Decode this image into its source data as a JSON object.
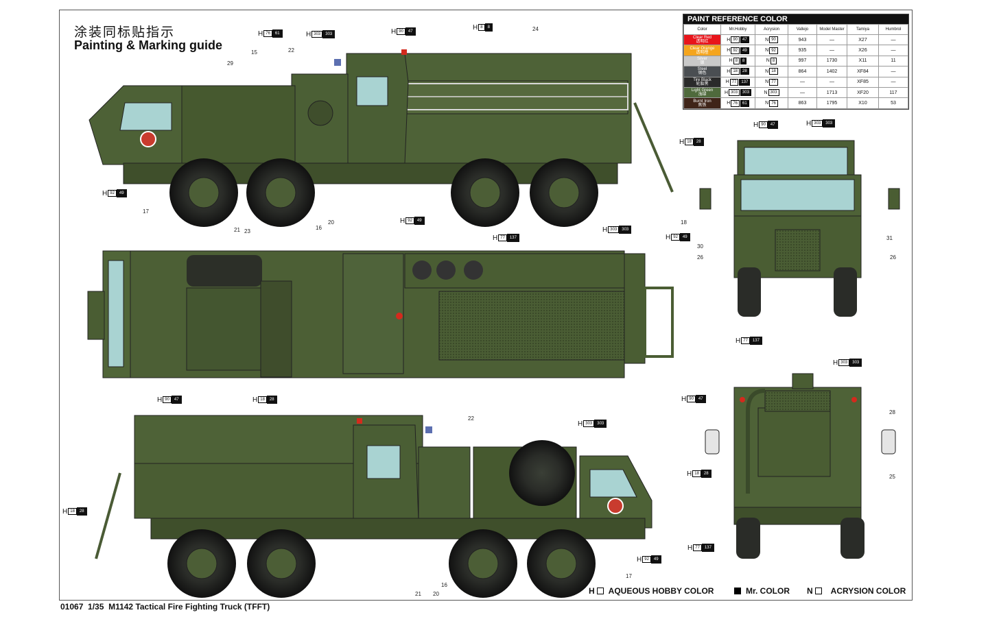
{
  "header": {
    "title_cn": "涂装同标贴指示",
    "title_en": "Painting & Marking guide"
  },
  "footer": {
    "code": "01067",
    "scale": "1/35",
    "title": "M1142 Tactical Fire Fighting Truck (TFFT)"
  },
  "legend": {
    "aqueous": {
      "glyph": "H",
      "label": "AQUEOUS HOBBY COLOR"
    },
    "mr": {
      "label": "Mr. COLOR"
    },
    "acrysion": {
      "glyph": "N",
      "label": "ACRYSION COLOR"
    }
  },
  "paint_table": {
    "title": "PAINT  REFERENCE COLOR",
    "headers": [
      "Color",
      "Mr.Hobby",
      "Acrysion",
      "Vallejo",
      "Model Master",
      "Tamiya",
      "Humbrol"
    ],
    "rows": [
      {
        "name": "Clear Red",
        "name_cn": "透明红",
        "swatch": "#e8151b",
        "h": "90",
        "m": "47",
        "n": "90",
        "vallejo": "943",
        "mm": "—",
        "tamiya": "X27",
        "humbrol": "—"
      },
      {
        "name": "Clear Orange",
        "name_cn": "透明橙",
        "swatch": "#f5a51d",
        "h": "92",
        "m": "49",
        "n": "92",
        "vallejo": "935",
        "mm": "—",
        "tamiya": "X26",
        "humbrol": "—"
      },
      {
        "name": "Silver",
        "name_cn": "银",
        "swatch": "#c9c9c9",
        "h": "8",
        "m": "8",
        "n": "8",
        "vallejo": "997",
        "mm": "1730",
        "tamiya": "X11",
        "humbrol": "11"
      },
      {
        "name": "Steel",
        "name_cn": "钢色",
        "swatch": "#4a4e52",
        "h": "18",
        "m": "28",
        "n": "18",
        "vallejo": "864",
        "mm": "1402",
        "tamiya": "XF84",
        "humbrol": "—"
      },
      {
        "name": "Tire Black",
        "name_cn": "轮胎黑",
        "swatch": "#2a2a2a",
        "h": "77",
        "m": "137",
        "n": "77",
        "vallejo": "—",
        "mm": "—",
        "tamiya": "XF85",
        "humbrol": "—"
      },
      {
        "name": "Light Green",
        "name_cn": "浅绿",
        "swatch": "#4f6a3c",
        "h": "303",
        "m": "303",
        "n": "303",
        "vallejo": "—",
        "mm": "1713",
        "tamiya": "XF20",
        "humbrol": "117"
      },
      {
        "name": "Burnt Iron",
        "name_cn": "焦铁",
        "swatch": "#3f2418",
        "h": "76",
        "m": "61",
        "n": "76",
        "vallejo": "863",
        "mm": "1795",
        "tamiya": "X10",
        "humbrol": "53"
      }
    ]
  },
  "callouts": [
    {
      "id": "c1",
      "h": "76",
      "m": "61"
    },
    {
      "id": "c2",
      "h": "303",
      "m": "303"
    },
    {
      "id": "c3",
      "h": "90",
      "m": "47"
    },
    {
      "id": "c4",
      "h": "8",
      "m": "8"
    },
    {
      "id": "c5",
      "h": "92",
      "m": "49"
    },
    {
      "id": "c6",
      "h": "92",
      "m": "49"
    },
    {
      "id": "c7",
      "h": "77",
      "m": "137"
    },
    {
      "id": "c8",
      "h": "303",
      "m": "303"
    },
    {
      "id": "c9",
      "h": "18",
      "m": "28"
    },
    {
      "id": "c10",
      "h": "90",
      "m": "47"
    },
    {
      "id": "c11",
      "h": "18",
      "m": "28"
    },
    {
      "id": "c12",
      "h": "303",
      "m": "303"
    },
    {
      "id": "c13",
      "h": "18",
      "m": "28"
    },
    {
      "id": "c14",
      "h": "92",
      "m": "49"
    },
    {
      "id": "c15",
      "h": "90",
      "m": "47"
    },
    {
      "id": "c16",
      "h": "303",
      "m": "303"
    },
    {
      "id": "c17",
      "h": "92",
      "m": "49"
    },
    {
      "id": "c18",
      "h": "77",
      "m": "137"
    },
    {
      "id": "c19",
      "h": "303",
      "m": "303"
    },
    {
      "id": "c20",
      "h": "90",
      "m": "47"
    },
    {
      "id": "c21",
      "h": "18",
      "m": "28"
    },
    {
      "id": "c22",
      "h": "77",
      "m": "137"
    }
  ],
  "part_numbers": [
    "29",
    "15",
    "22",
    "24",
    "17",
    "21",
    "23",
    "16",
    "20",
    "18",
    "30",
    "31",
    "26",
    "26",
    "22",
    "21",
    "20",
    "16",
    "17",
    "28",
    "25"
  ]
}
